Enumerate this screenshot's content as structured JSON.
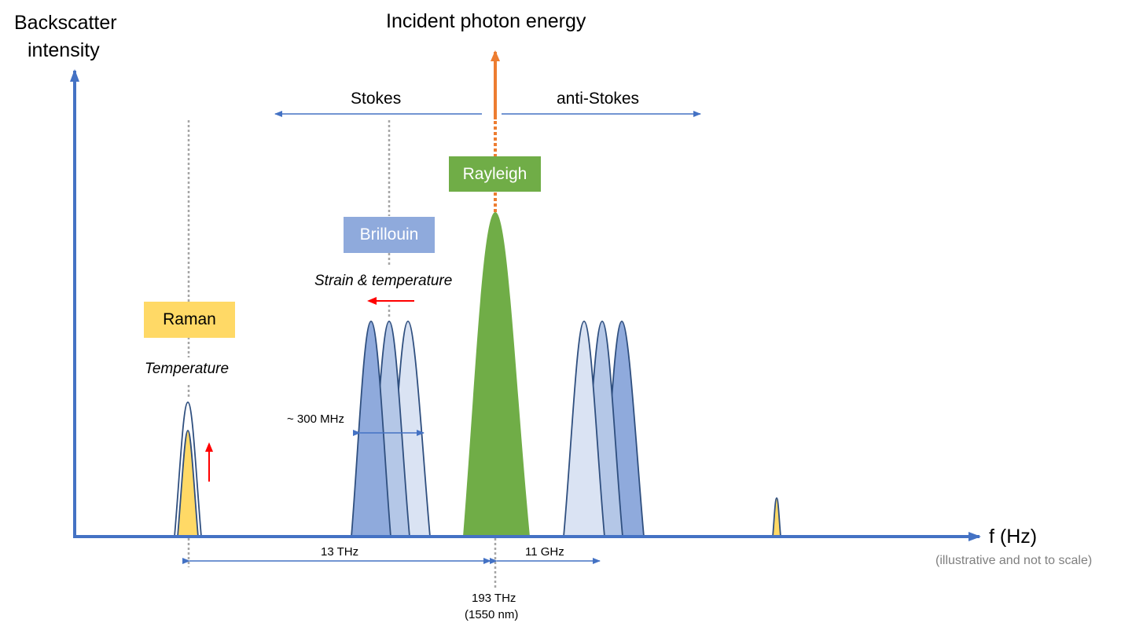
{
  "title": "Incident photon energy",
  "y_axis_label_line1": "Backscatter",
  "y_axis_label_line2": "intensity",
  "x_axis_label": "f (Hz)",
  "note": "(illustrative and not to scale)",
  "direction_left": "Stokes",
  "direction_right": "anti-Stokes",
  "peaks": {
    "rayleigh": {
      "label": "Rayleigh",
      "color": "#70ad47"
    },
    "brillouin": {
      "label": "Brillouin",
      "sensitivity": "Strain & temperature",
      "color": "#8faadc",
      "mid_color": "#b4c7e7",
      "light_color": "#dae3f3"
    },
    "raman": {
      "label": "Raman",
      "sensitivity": "Temperature",
      "color": "#ffd966"
    }
  },
  "linewidth_label": "~ 300 MHz",
  "raman_shift_label": "13 THz",
  "brillouin_shift_label": "11 GHz",
  "center_freq_label": "193 THz",
  "center_wavelength_label": "(1550 nm)",
  "colors": {
    "axis": "#4472c4",
    "incident": "#ed7d31",
    "outline": "#2f4f7f",
    "shift_arrow": "#ff0000",
    "guide": "#a6a6a6"
  }
}
